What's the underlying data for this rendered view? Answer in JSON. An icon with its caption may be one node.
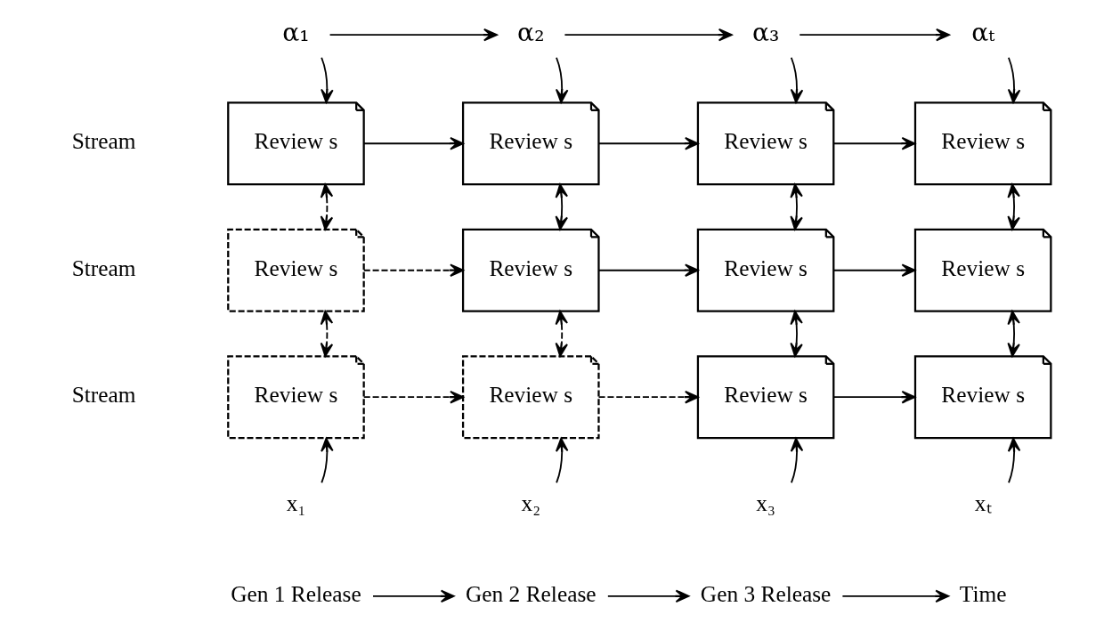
{
  "diagram": {
    "nodes": [
      {
        "text": [
          "α₁"
        ]
      },
      {
        "text": [
          "α₂"
        ]
      },
      {
        "text": [
          "α₃"
        ]
      },
      {
        "text": [
          "αₜ"
        ]
      },
      {
        "text": [
          "Review s"
        ]
      },
      {
        "text": [
          "Review s"
        ]
      },
      {
        "text": [
          "Review s"
        ]
      },
      {
        "text": [
          "Review s"
        ]
      },
      {
        "text": [
          "Review s"
        ]
      },
      {
        "text": [
          "Review s"
        ]
      },
      {
        "text": [
          "Review s"
        ]
      },
      {
        "text": [
          "Review s"
        ]
      },
      {
        "text": [
          "Review s"
        ]
      },
      {
        "text": [
          "Review s"
        ]
      },
      {
        "text": [
          "Review s"
        ]
      },
      {
        "text": [
          "Review s"
        ]
      },
      {
        "text": [
          "x₁"
        ]
      },
      {
        "text": [
          "x₂"
        ]
      },
      {
        "text": [
          "x₃"
        ]
      },
      {
        "text": [
          "xₜ"
        ]
      },
      {
        "text": [
          "Gen 1 Release"
        ]
      },
      {
        "text": [
          "Gen 2 Release"
        ]
      },
      {
        "text": [
          "Gen 3 Release"
        ]
      },
      {
        "text": [
          "Time"
        ]
      }
    ],
    "edges": [
      {
        "from": 0,
        "to": 1,
        "arrow": "to"
      },
      {
        "from": 1,
        "to": 2,
        "arrow": "to"
      },
      {
        "from": 2,
        "to": 3,
        "arrow": "to"
      },
      {
        "from": 0,
        "to": 4,
        "arrow": "to"
      },
      {
        "from": 1,
        "to": 5,
        "arrow": "to"
      },
      {
        "from": 2,
        "to": 6,
        "arrow": "to"
      },
      {
        "from": 3,
        "to": 7,
        "arrow": "to"
      },
      {
        "from": 4,
        "to": 5,
        "arrow": "to"
      },
      {
        "from": 5,
        "to": 6,
        "arrow": "to"
      },
      {
        "from": 6,
        "to": 7,
        "arrow": "to"
      },
      {
        "from": 4,
        "to": 8,
        "arrow": "both",
        "style": "dashed"
      },
      {
        "from": 5,
        "to": 9,
        "arrow": "both"
      },
      {
        "from": 6,
        "to": 10,
        "arrow": "both"
      },
      {
        "from": 7,
        "to": 11,
        "arrow": "both"
      },
      {
        "from": 8,
        "to": 9,
        "arrow": "to",
        "style": "dashed"
      },
      {
        "from": 9,
        "to": 10,
        "arrow": "to"
      },
      {
        "from": 10,
        "to": 11,
        "arrow": "to"
      },
      {
        "from": 8,
        "to": 12,
        "arrow": "both",
        "style": "dashed"
      },
      {
        "from": 9,
        "to": 13,
        "arrow": "both",
        "style": "dashed"
      },
      {
        "from": 10,
        "to": 14,
        "arrow": "both"
      },
      {
        "from": 11,
        "to": 15,
        "arrow": "both"
      },
      {
        "from": 12,
        "to": 13,
        "arrow": "to",
        "style": "dashed"
      },
      {
        "from": 13,
        "to": 14,
        "arrow": "to",
        "style": "dashed"
      },
      {
        "from": 14,
        "to": 15,
        "arrow": "to"
      },
      {
        "from": 16,
        "to": 12,
        "arrow": "to"
      },
      {
        "from": 17,
        "to": 13,
        "arrow": "to"
      },
      {
        "from": 18,
        "to": 14,
        "arrow": "to"
      },
      {
        "from": 19,
        "to": 15,
        "arrow": "to"
      },
      {
        "from": 20,
        "to": 21,
        "arrow": "to"
      },
      {
        "from": 21,
        "to": 22,
        "arrow": "to"
      },
      {
        "from": 22,
        "to": 23,
        "arrow": "to"
      }
    ],
    "labels": [
      "Stream",
      "Stream",
      "Stream"
    ]
  }
}
